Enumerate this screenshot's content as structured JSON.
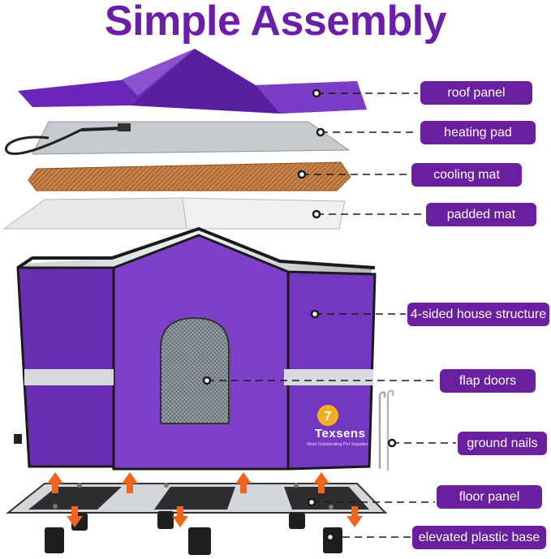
{
  "title": "Simple Assembly",
  "brand": {
    "name": "Texsens",
    "tagline": "Most Outstanding Pet Supplies",
    "logo_mark": "7"
  },
  "colors": {
    "accent_purple": "#6a1f9e",
    "house_purple": "#7a3cc6",
    "arrow_orange": "#f0641e"
  },
  "labels": {
    "roof_panel": "roof panel",
    "heating_pad": "heating pad",
    "cooling_mat": "cooling mat",
    "padded_mat": "padded mat",
    "house_structure": "4-sided house structure",
    "flap_doors": "flap doors",
    "ground_nails": "ground nails",
    "floor_panel": "floor panel",
    "elevated_base": "elevated plastic base"
  }
}
